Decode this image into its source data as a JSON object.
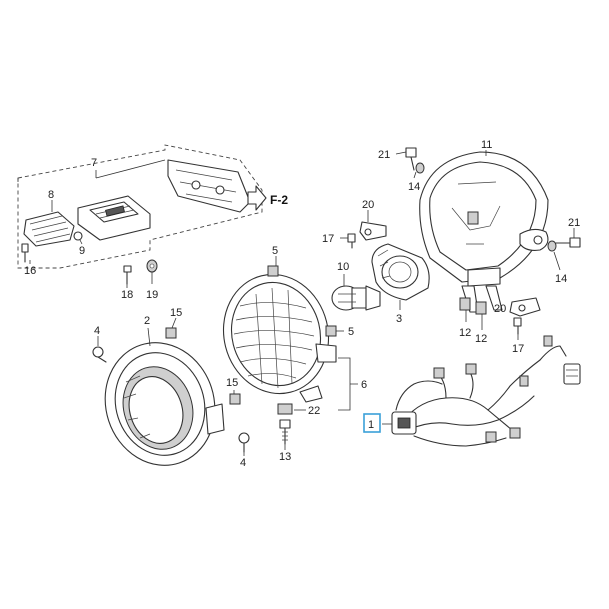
{
  "diagram": {
    "reference": "F-2",
    "highlighted_label": "1",
    "labels": [
      {
        "id": "p1",
        "text": "1"
      },
      {
        "id": "p2",
        "text": "2"
      },
      {
        "id": "p3",
        "text": "3"
      },
      {
        "id": "p4a",
        "text": "4"
      },
      {
        "id": "p4b",
        "text": "4"
      },
      {
        "id": "p5a",
        "text": "5"
      },
      {
        "id": "p5b",
        "text": "5"
      },
      {
        "id": "p6",
        "text": "6"
      },
      {
        "id": "p7",
        "text": "7"
      },
      {
        "id": "p8",
        "text": "8"
      },
      {
        "id": "p9",
        "text": "9"
      },
      {
        "id": "p10",
        "text": "10"
      },
      {
        "id": "p11",
        "text": "11"
      },
      {
        "id": "p12a",
        "text": "12"
      },
      {
        "id": "p12b",
        "text": "12"
      },
      {
        "id": "p13",
        "text": "13"
      },
      {
        "id": "p14a",
        "text": "14"
      },
      {
        "id": "p14b",
        "text": "14"
      },
      {
        "id": "p15a",
        "text": "15"
      },
      {
        "id": "p15b",
        "text": "15"
      },
      {
        "id": "p16",
        "text": "16"
      },
      {
        "id": "p17a",
        "text": "17"
      },
      {
        "id": "p17b",
        "text": "17"
      },
      {
        "id": "p18",
        "text": "18"
      },
      {
        "id": "p19",
        "text": "19"
      },
      {
        "id": "p20a",
        "text": "20"
      },
      {
        "id": "p20b",
        "text": "20"
      },
      {
        "id": "p21a",
        "text": "21"
      },
      {
        "id": "p21b",
        "text": "21"
      },
      {
        "id": "p22",
        "text": "22"
      }
    ],
    "colors": {
      "line": "#333333",
      "highlight_box": "#3aa0d8",
      "background": "#ffffff"
    }
  }
}
